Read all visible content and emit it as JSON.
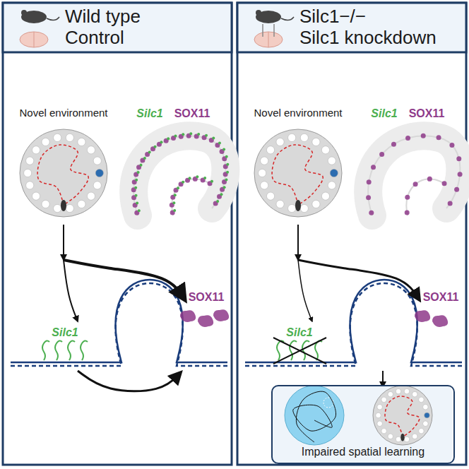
{
  "diagram": {
    "nodes": [
      {
        "text": [
          "Wild type",
          "Control"
        ]
      },
      {
        "text": [
          "Silc1−/−",
          "Silc1 knockdown"
        ]
      },
      {
        "text": [
          "Impaired spatial learning"
        ]
      }
    ],
    "labels": [
      "Novel environment",
      "Silc1",
      "SOX11",
      "Silc1",
      "SOX11",
      "Novel environment",
      "Silc1",
      "SOX11",
      "Silc1",
      "SOX11"
    ]
  }
}
